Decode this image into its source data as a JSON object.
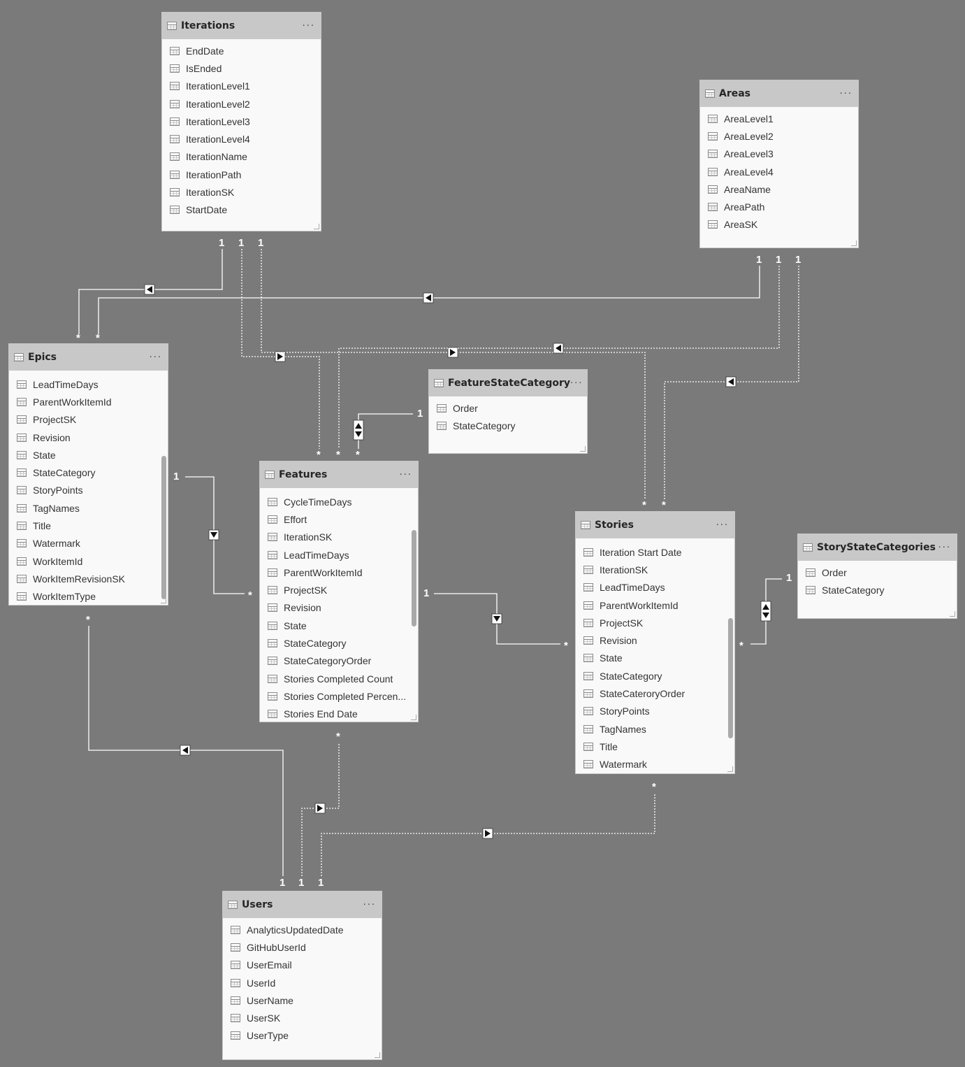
{
  "tables": {
    "iterations": {
      "title": "Iterations",
      "more": "···",
      "fields": [
        "EndDate",
        "IsEnded",
        "IterationLevel1",
        "IterationLevel2",
        "IterationLevel3",
        "IterationLevel4",
        "IterationName",
        "IterationPath",
        "IterationSK",
        "StartDate"
      ]
    },
    "areas": {
      "title": "Areas",
      "more": "···",
      "fields": [
        "AreaLevel1",
        "AreaLevel2",
        "AreaLevel3",
        "AreaLevel4",
        "AreaName",
        "AreaPath",
        "AreaSK"
      ]
    },
    "epics": {
      "title": "Epics",
      "more": "···",
      "fields": [
        "LeadTimeDays",
        "ParentWorkItemId",
        "ProjectSK",
        "Revision",
        "State",
        "StateCategory",
        "StoryPoints",
        "TagNames",
        "Title",
        "Watermark",
        "WorkItemId",
        "WorkItemRevisionSK",
        "WorkItemType"
      ]
    },
    "feature_state_category": {
      "title": "FeatureStateCategory",
      "more": "···",
      "fields": [
        "Order",
        "StateCategory"
      ]
    },
    "features": {
      "title": "Features",
      "more": "···",
      "fields": [
        "CycleTimeDays",
        "Effort",
        "IterationSK",
        "LeadTimeDays",
        "ParentWorkItemId",
        "ProjectSK",
        "Revision",
        "State",
        "StateCategory",
        "StateCategoryOrder",
        "Stories Completed Count",
        "Stories Completed Percen...",
        "Stories End Date"
      ]
    },
    "stories": {
      "title": "Stories",
      "more": "···",
      "fields": [
        "Iteration Start Date",
        "IterationSK",
        "LeadTimeDays",
        "ParentWorkItemId",
        "ProjectSK",
        "Revision",
        "State",
        "StateCategory",
        "StateCateroryOrder",
        "StoryPoints",
        "TagNames",
        "Title",
        "Watermark"
      ]
    },
    "story_state_categories": {
      "title": "StoryStateCategories",
      "more": "···",
      "fields": [
        "Order",
        "StateCategory"
      ]
    },
    "users": {
      "title": "Users",
      "more": "···",
      "fields": [
        "AnalyticsUpdatedDate",
        "GitHubUserId",
        "UserEmail",
        "UserId",
        "UserName",
        "UserSK",
        "UserType"
      ]
    }
  },
  "relationships": [
    {
      "from": "iterations",
      "to": "epics",
      "from_card": "1",
      "to_card": "*",
      "active": true
    },
    {
      "from": "areas",
      "to": "epics",
      "from_card": "1",
      "to_card": "*",
      "active": true
    },
    {
      "from": "iterations",
      "to": "features",
      "from_card": "1",
      "to_card": "*",
      "active": false
    },
    {
      "from": "iterations",
      "to": "stories",
      "from_card": "1",
      "to_card": "*",
      "active": false
    },
    {
      "from": "areas",
      "to": "features",
      "from_card": "1",
      "to_card": "*",
      "active": false
    },
    {
      "from": "areas",
      "to": "stories",
      "from_card": "1",
      "to_card": "*",
      "active": false
    },
    {
      "from": "feature_state_category",
      "to": "features",
      "from_card": "1",
      "to_card": "*",
      "active": true
    },
    {
      "from": "epics",
      "to": "features",
      "from_card": "1",
      "to_card": "*",
      "active": true
    },
    {
      "from": "features",
      "to": "stories",
      "from_card": "1",
      "to_card": "*",
      "active": true
    },
    {
      "from": "story_state_categories",
      "to": "stories",
      "from_card": "1",
      "to_card": "*",
      "active": true
    },
    {
      "from": "users",
      "to": "epics",
      "from_card": "1",
      "to_card": "*",
      "active": true
    },
    {
      "from": "users",
      "to": "features",
      "from_card": "1",
      "to_card": "*",
      "active": false
    },
    {
      "from": "users",
      "to": "stories",
      "from_card": "1",
      "to_card": "*",
      "active": false
    }
  ],
  "colors": {
    "canvas": "#7a7a7a",
    "card": "#f9f9f9",
    "header": "#c8c8c8",
    "line": "#ffffff"
  }
}
